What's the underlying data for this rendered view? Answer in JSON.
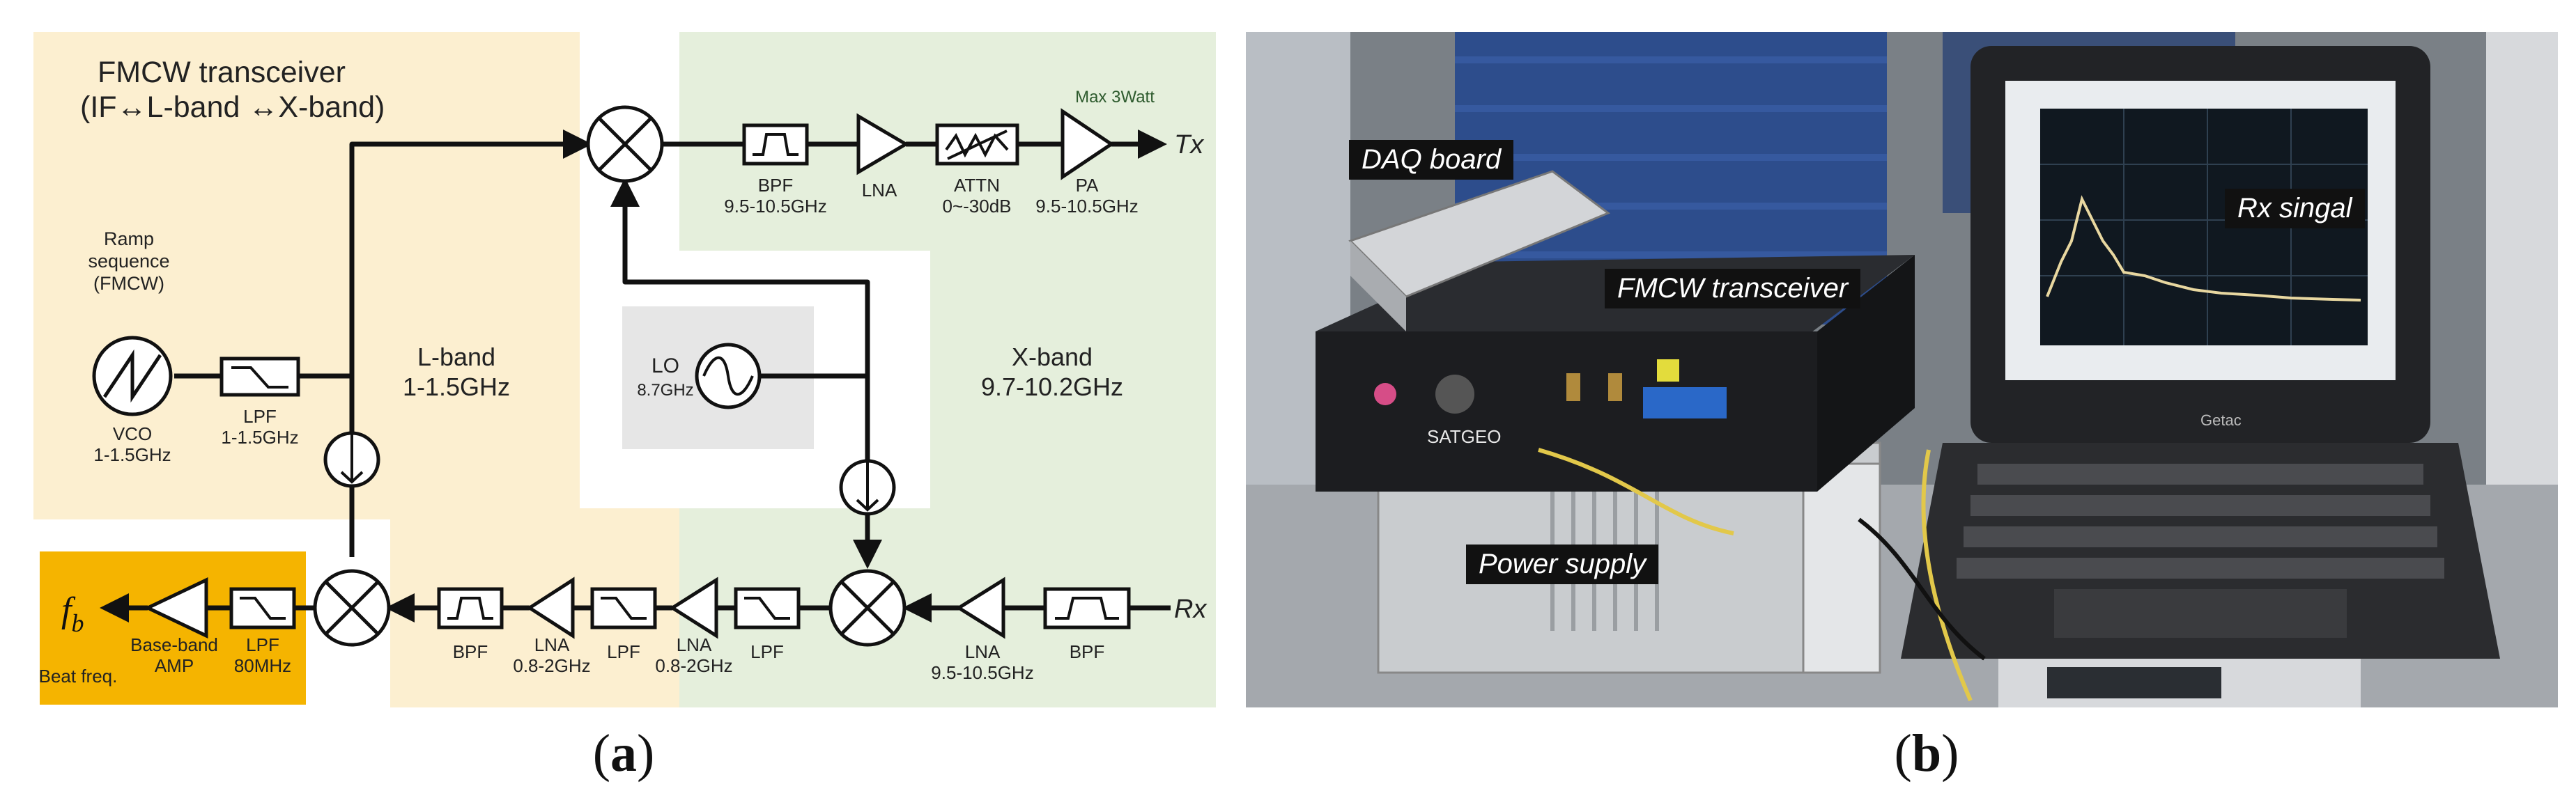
{
  "panel_a": {
    "title_line1": "FMCW transceiver",
    "title_line2": "(IF↔L-band ↔X-band)",
    "ramp_label": [
      "Ramp",
      "sequence",
      "(FMCW)"
    ],
    "vco": {
      "name": "VCO",
      "range": "1-1.5GHz"
    },
    "lpf_tx": {
      "name": "LPF",
      "range": "1-1.5GHz"
    },
    "lband_label": [
      "L-band",
      "1-1.5GHz"
    ],
    "xband_label": [
      "X-band",
      "9.7-10.2GHz"
    ],
    "lo": {
      "name": "LO",
      "freq": "8.7GHz"
    },
    "tx_bpf": {
      "name": "BPF",
      "range": "9.5-10.5GHz"
    },
    "tx_lna": {
      "name": "LNA"
    },
    "attn": {
      "name": "ATTN",
      "range": "0~-30dB"
    },
    "pa": {
      "name": "PA",
      "range": "9.5-10.5GHz"
    },
    "max_power": "Max 3Watt",
    "tx": "Tx",
    "rx": "Rx",
    "rx_bpf": {
      "name": "BPF"
    },
    "rx_lna": {
      "name": "LNA",
      "range": "9.5-10.5GHz"
    },
    "lpf_a": {
      "name": "LPF"
    },
    "lna_a": {
      "name": "LNA",
      "range": "0.8-2GHz"
    },
    "lpf_b": {
      "name": "LPF"
    },
    "lna_b": {
      "name": "LNA",
      "range": "0.8-2GHz"
    },
    "bpf_l": {
      "name": "BPF"
    },
    "lpf_bb": {
      "name": "LPF",
      "range": "80MHz"
    },
    "bb_amp": {
      "name": "Base-band",
      "name2": "AMP"
    },
    "fb_main": "f",
    "fb_sub": "b",
    "beat": "Beat freq.",
    "caption_open": "(",
    "caption_letter": "a",
    "caption_close": ")"
  },
  "panel_b": {
    "daq": "DAQ board",
    "fmcw": "FMCW transceiver",
    "rx_signal": "Rx singal",
    "power": "Power supply",
    "laptop_brand": "Getac",
    "device_brand": "SATGEO",
    "caption_open": "(",
    "caption_letter": "b",
    "caption_close": ")"
  },
  "colors": {
    "yellow_region": "#fcefd0",
    "green_region": "#e5efdc",
    "lo_box": "#e6e6e6",
    "output_box": "#f5b400"
  }
}
